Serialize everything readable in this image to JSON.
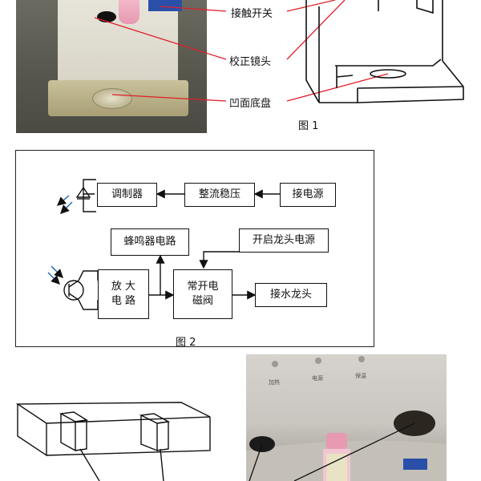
{
  "figure1": {
    "labels": {
      "contact_switch": "接触开关",
      "calibration_lens": "校正镜头",
      "concave_base": "凹面底盘"
    },
    "caption": "图 1"
  },
  "figure2": {
    "blocks": {
      "modulator": "调制器",
      "rectifier": "整流稳压",
      "power_in": "接电源",
      "buzzer": "蜂鸣器电路",
      "faucet_power": "开启龙头电源",
      "amplifier": "放 大\n电 路",
      "valve": "常开电\n磁阀",
      "faucet": "接水龙头"
    },
    "caption": "图 2"
  },
  "panel_labels": [
    "加热",
    "电源",
    "保温"
  ],
  "colors": {
    "leader_line": "#e0202a",
    "photo_gray": "#55554c"
  }
}
